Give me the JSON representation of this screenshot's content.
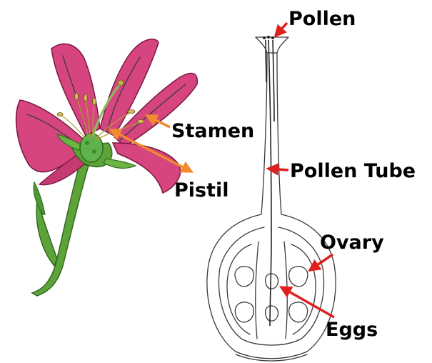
{
  "labels": {
    "stamen": "Stamen",
    "pistil": "Pistil",
    "pollen": "Pollen",
    "pollen_tube": "Pollen Tube",
    "ovary": "Ovary",
    "eggs": "Eggs"
  },
  "colors": {
    "petal": "#d6457f",
    "petal_dark": "#a32359",
    "stem": "#5ea33a",
    "stem_dark": "#2f6b1f",
    "ovary_green": "#5fb34c",
    "stamen_arrow": "#f28a2e",
    "red_arrow": "#e01f1f"
  }
}
